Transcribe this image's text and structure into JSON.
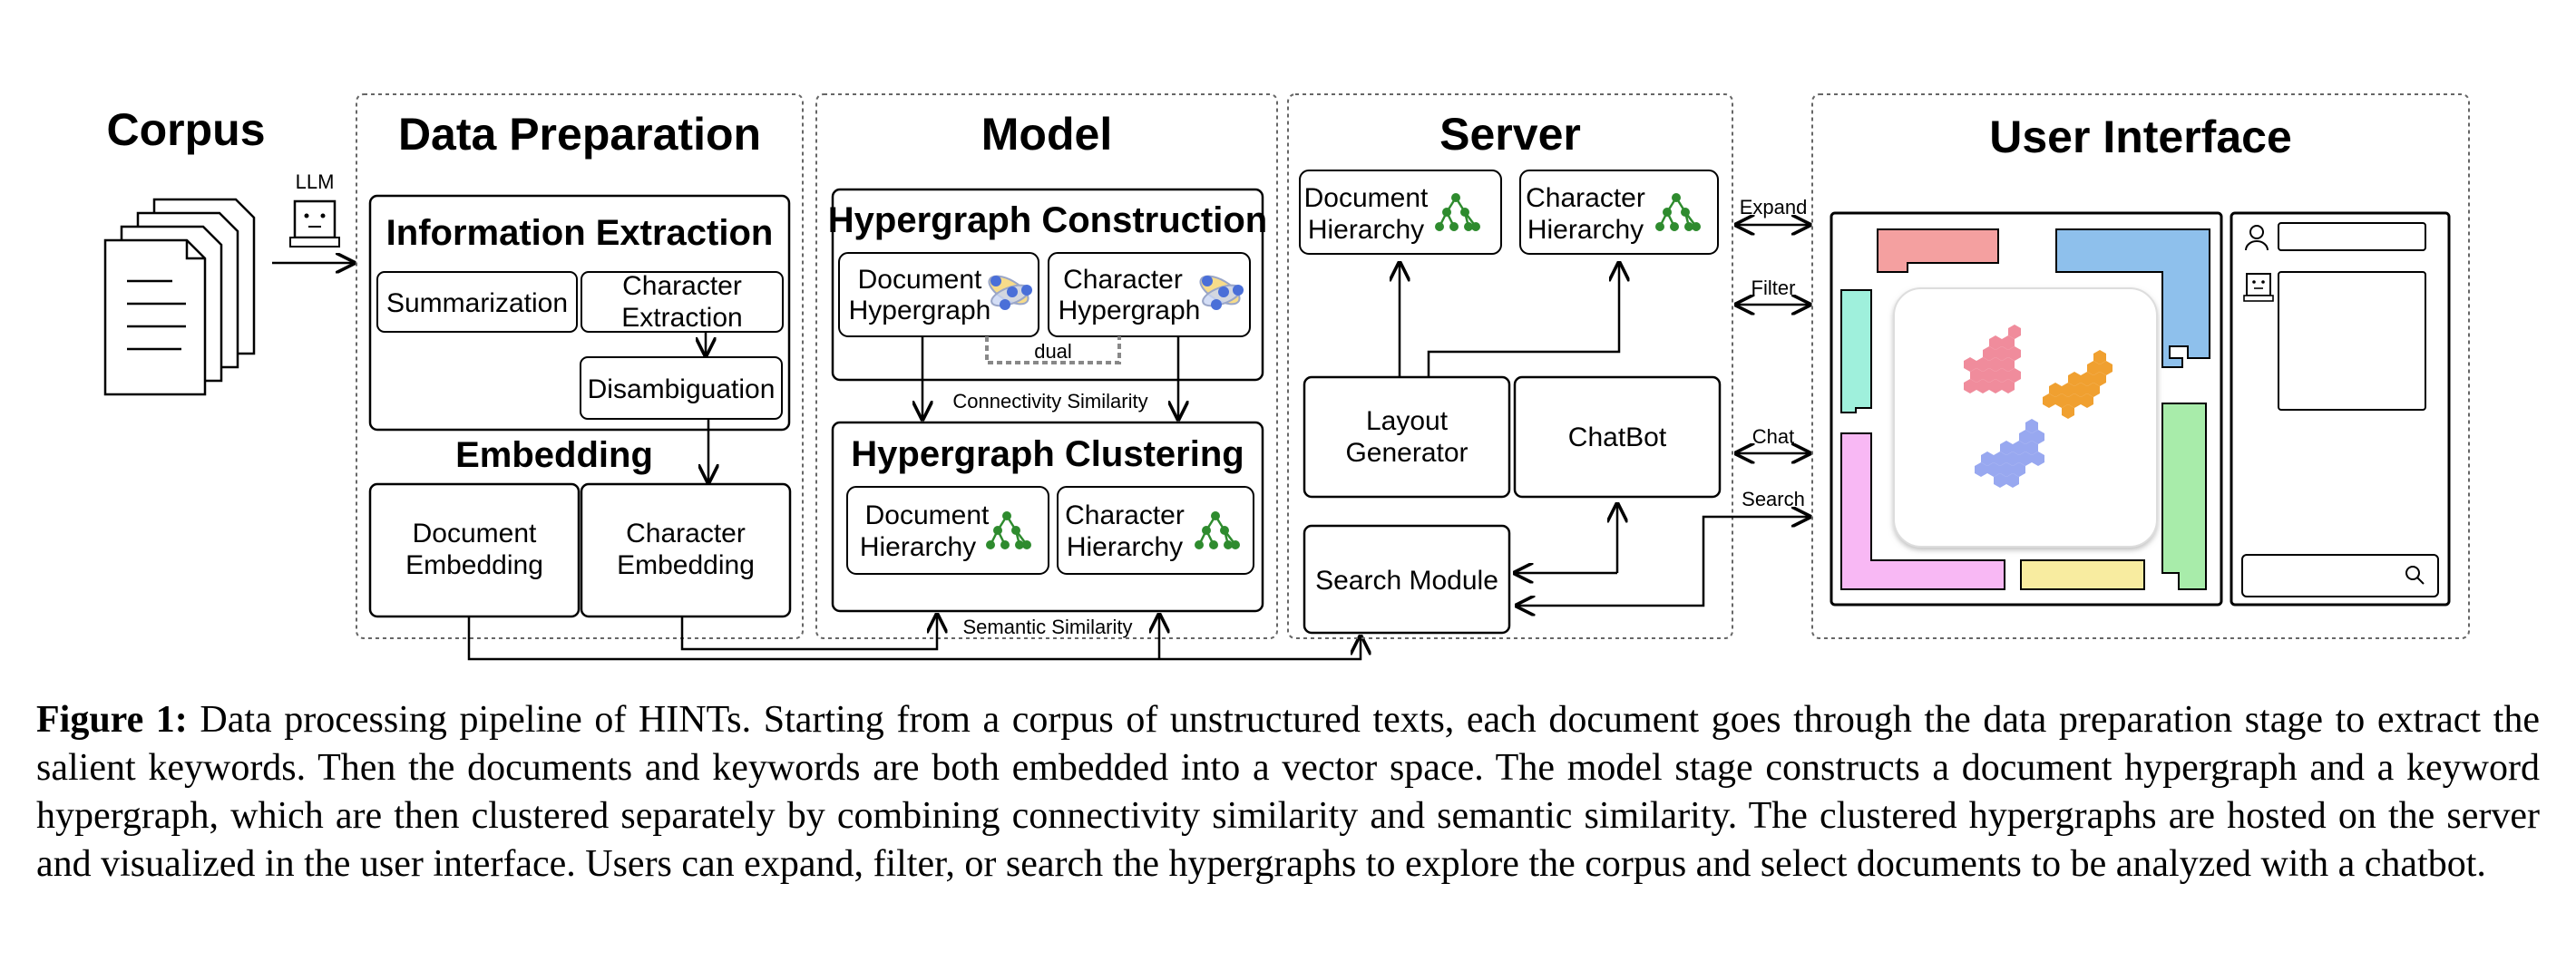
{
  "sections": {
    "corpus": "Corpus",
    "data_preparation": "Data Preparation",
    "model": "Model",
    "server": "Server",
    "user_interface": "User Interface"
  },
  "llm_label": "LLM",
  "data_prep": {
    "information_extraction": "Information Extraction",
    "summarization": "Summarization",
    "character_extraction": [
      "Character",
      "Extraction"
    ],
    "disambiguation": "Disambiguation",
    "embedding": "Embedding",
    "document_embedding": [
      "Document",
      "Embedding"
    ],
    "character_embedding": [
      "Character",
      "Embedding"
    ]
  },
  "model": {
    "hypergraph_construction": "Hypergraph Construction",
    "document_hypergraph": [
      "Document",
      "Hypergraph"
    ],
    "character_hypergraph": [
      "Character",
      "Hypergraph"
    ],
    "dual": "dual",
    "connectivity_similarity": "Connectivity Similarity",
    "hypergraph_clustering": "Hypergraph Clustering",
    "document_hierarchy": [
      "Document",
      "Hierarchy"
    ],
    "character_hierarchy": [
      "Character",
      "Hierarchy"
    ],
    "semantic_similarity": "Semantic Similarity"
  },
  "server": {
    "document_hierarchy": [
      "Document",
      "Hierarchy"
    ],
    "character_hierarchy": [
      "Character",
      "Hierarchy"
    ],
    "layout_generator": [
      "Layout",
      "Generator"
    ],
    "chatbot": "ChatBot",
    "search_module": "Search Module"
  },
  "interactions": [
    "Expand",
    "Filter",
    "Chat",
    "Search"
  ],
  "caption": {
    "label": "Figure 1:",
    "text": " Data processing pipeline of HINTs. Starting from a corpus of unstructured texts, each document goes through the data preparation stage to extract the salient keywords. Then the documents and keywords are both embedded into a vector space. The model stage constructs a document hypergraph and a keyword hypergraph, which are then clustered separately by combining connectivity similarity and semantic similarity. The clustered hypergraphs are hosted on the server and visualized in the user interface. Users can expand, filter, or search the hypergraphs to explore the corpus and select documents to be analyzed with a chatbot."
  },
  "colors": {
    "tree_green": "#2e8b2e",
    "hyper_blue": "#4a6fd8",
    "hyper_yellow": "#f2c94c",
    "ui_red": "#f4a0a0",
    "ui_blue": "#8ec0ec",
    "ui_cyan": "#9ff0dc",
    "ui_pink": "#f8b8f4",
    "ui_green": "#a8ecaa",
    "ui_yellow": "#f8eca0",
    "cluster_pink": "#f08c9c",
    "cluster_orange": "#f0a030",
    "cluster_purple": "#98a8f0"
  }
}
